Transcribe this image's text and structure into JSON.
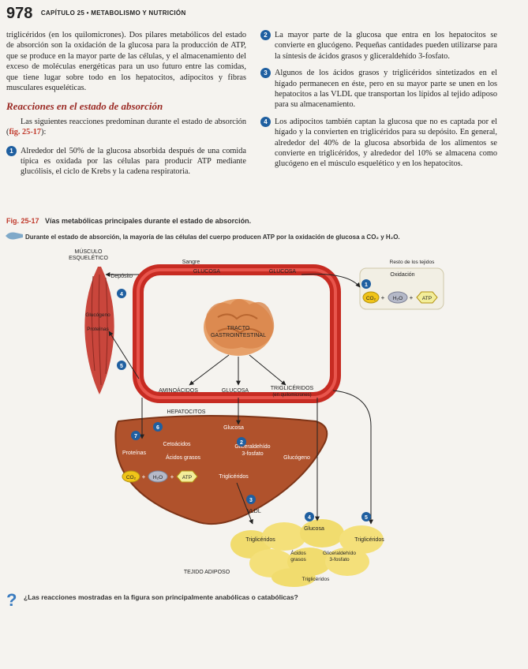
{
  "header": {
    "page_number": "978",
    "running_title": "CAPÍTULO 25 • METABOLISMO Y NUTRICIÓN"
  },
  "left": {
    "para1": "triglicéridos (en los quilomicrones). Dos pilares metabólicos del estado de absorción son la oxidación de la glucosa para la producción de ATP, que se produce en la mayor parte de las células, y el almacenamiento del exceso de moléculas energéticas para un uso futuro entre las comidas, que tiene lugar sobre todo en los hepatocitos, adipocitos y fibras musculares esqueléticas.",
    "section_heading": "Reacciones en el estado de absorción",
    "para2_pre": "Las siguientes reacciones predominan durante el estado de absorción (",
    "para2_ref": "fig. 25-17",
    "para2_post": "):",
    "item1_num": "1",
    "item1": "Alrededor del 50% de la glucosa absorbida después de una comida típica es oxidada por las células para producir ATP mediante glucólisis, el ciclo de Krebs y la cadena respiratoria."
  },
  "right": {
    "item2_num": "2",
    "item2": "La mayor parte de la glucosa que entra en los hepatocitos se convierte en glucógeno. Pequeñas cantidades pueden utilizarse para la síntesis de ácidos grasos y gliceraldehído 3-fosfato.",
    "item3_num": "3",
    "item3": "Algunos de los ácidos grasos y triglicéridos sintetizados en el hígado permanecen en éste, pero en su mayor parte se unen en los hepatocitos a las VLDL que transportan los lípidos al tejido adiposo para su almacenamiento.",
    "item4_num": "4",
    "item4": "Los adipocitos también captan la glucosa que no es captada por el hígado y la convierten en triglicéridos para su depósito. En general, alrededor del 40% de la glucosa absorbida de los alimentos se convierte en triglicéridos, y alrededor del 10% se almacena como glucógeno en el músculo esquelético y en los hepatocitos."
  },
  "figure": {
    "label": "Fig. 25-17",
    "title": "Vías metabólicas principales durante el estado de absorción.",
    "note": "Durante el estado de absorción, la mayoría de las células del cuerpo producen ATP por la oxidación de glucosa a CO₂ y H₂O.",
    "muscle_label_1": "MÚSCULO",
    "muscle_label_2": "ESQUELÉTICO",
    "deposit": "Depósito",
    "glycogen": "Glucógeno",
    "proteins": "Proteínas",
    "blood": "Sangre",
    "glucose": "GLUCOSA",
    "gi_1": "TRACTO",
    "gi_2": "GASTROINTESTINAL",
    "amino": "AMINOÁCIDOS",
    "triglycerides_caps": "TRIGLICÉRIDOS",
    "chylomicrons": "(en quilomicrones)",
    "tissues": "Resto de los tejidos",
    "oxidation": "Oxidación",
    "co2": "CO₂",
    "h2o": "H₂O",
    "atp": "ATP",
    "plus": "+",
    "hepatocytes": "HEPATOCITOS",
    "liver_glucose": "Glucosa",
    "keto": "Cetoácidos",
    "glyceraldehyde": "Gliceraldehído",
    "phosphate3": "3-fosfato",
    "fatty_acids": "Ácidos grasos",
    "liver_glycogen": "Glucógeno",
    "liver_proteins": "Proteínas",
    "liver_tg": "Triglicéridos",
    "vldl": "VLDL",
    "adipose": "TEJIDO ADIPOSO",
    "adip_glucose": "Glucosa",
    "adip_tg_left": "Triglicéridos",
    "adip_tg_right": "Triglicéridos",
    "adip_fa1": "Ácidos",
    "adip_fa2": "grasos",
    "adip_glyc1": "Gliceraldehído",
    "adip_glyc2": "3-fosfato",
    "adip_tg_bottom": "Triglicéridos",
    "n1": "1",
    "n2": "2",
    "n3": "3",
    "n4": "4",
    "n5": "5",
    "n6": "6",
    "n7": "7"
  },
  "question": "¿Las reacciones mostradas en la figura son principalmente anabólicas o catabólicas?"
}
